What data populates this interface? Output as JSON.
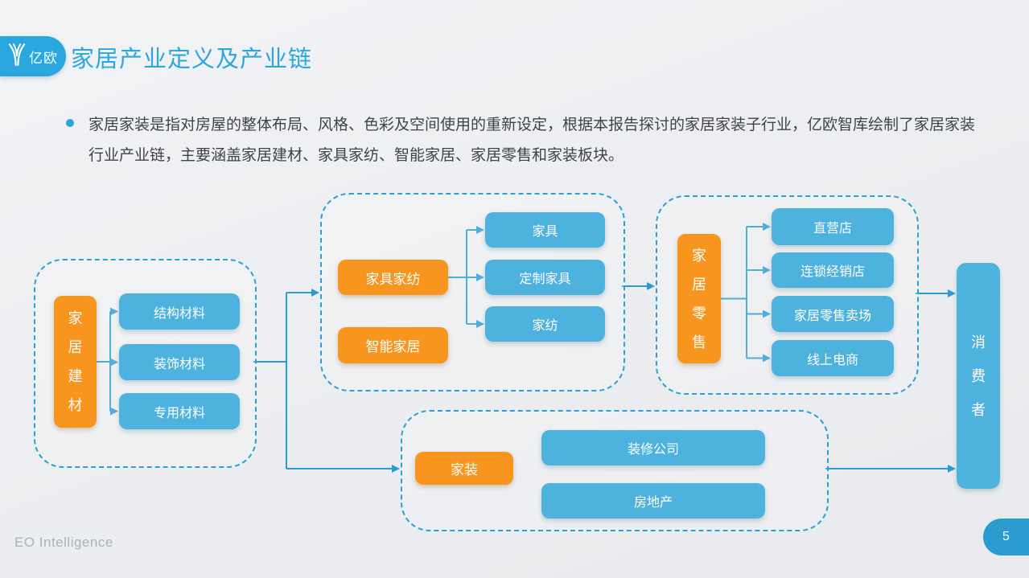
{
  "slide": {
    "logo_text": "亿欧",
    "title": "家居产业定义及产业链",
    "bullet": {
      "line1": "家居家装是指对房屋的整体布局、风格、色彩及空间使用的重新设定，根据本报告探讨的家居家装子行业，亿欧智库绘制了家居家装",
      "line2": "行业产业链，主要涵盖家居建材、家具家纺、智能家居、家居零售和家装板块。"
    },
    "footer": "EO Intelligence",
    "page_number": "5"
  },
  "diagram": {
    "groups": [
      {
        "sources": [
          "家居建材"
        ],
        "children": [
          "结构材料",
          "装饰材料",
          "专用材料"
        ]
      },
      {
        "sources": [
          "家具家纺",
          "智能家居"
        ],
        "children": [
          "家具",
          "定制家具",
          "家纺"
        ]
      },
      {
        "sources": [
          "家居零售"
        ],
        "children": [
          "直营店",
          "连锁经销店",
          "家居零售卖场",
          "线上电商"
        ]
      },
      {
        "sources": [
          "家装"
        ],
        "children": [
          "装修公司",
          "房地产"
        ]
      }
    ],
    "consumer": "消费者"
  },
  "colors": {
    "accent_blue": "#2aa7df",
    "box_blue": "#4db2de",
    "box_orange": "#f7951e",
    "line_blue": "#2b9cd2",
    "dashed_border": "#2e9fd4",
    "badge_blue": "#2a9cce",
    "text_gray": "#3e4348",
    "footer_gray": "#a8b2be"
  }
}
